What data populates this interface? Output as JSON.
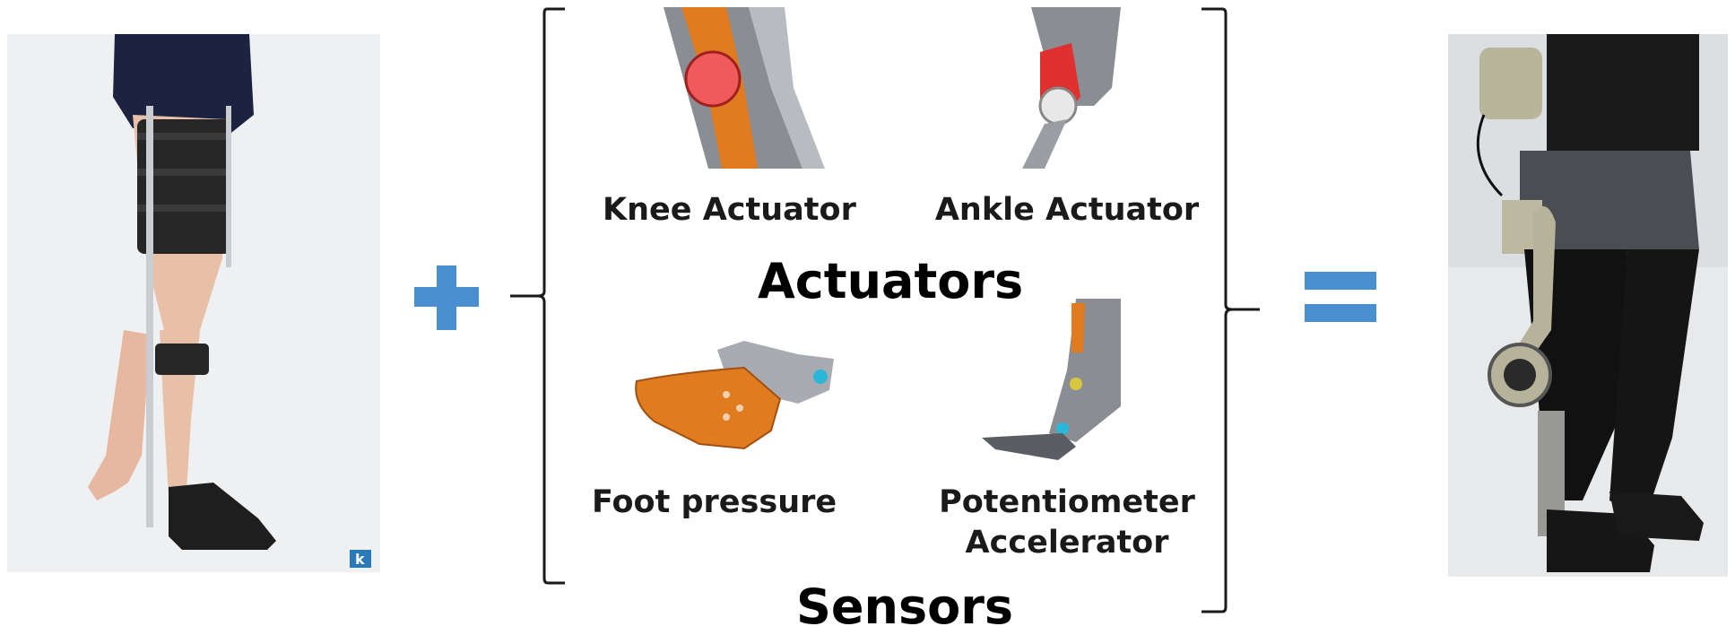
{
  "figure": {
    "left_photo": {
      "icon": "knee-brace-orthosis-photo",
      "logo_letter": "k"
    },
    "operators": {
      "plus": "+",
      "equals": "="
    },
    "components": {
      "knee_actuator": "Knee Actuator",
      "ankle_actuator": "Ankle Actuator",
      "foot_pressure": "Foot pressure",
      "potentiometer": "Potentiometer",
      "accelerator": "Accelerator"
    },
    "groups": {
      "actuators": "Actuators",
      "sensors": "Sensors"
    },
    "right_photo": {
      "icon": "powered-exoskeleton-photo"
    },
    "colors": {
      "operator_blue": "#4a90d0",
      "actuator_red": "#f05a5a",
      "orange": "#e07b20"
    }
  }
}
